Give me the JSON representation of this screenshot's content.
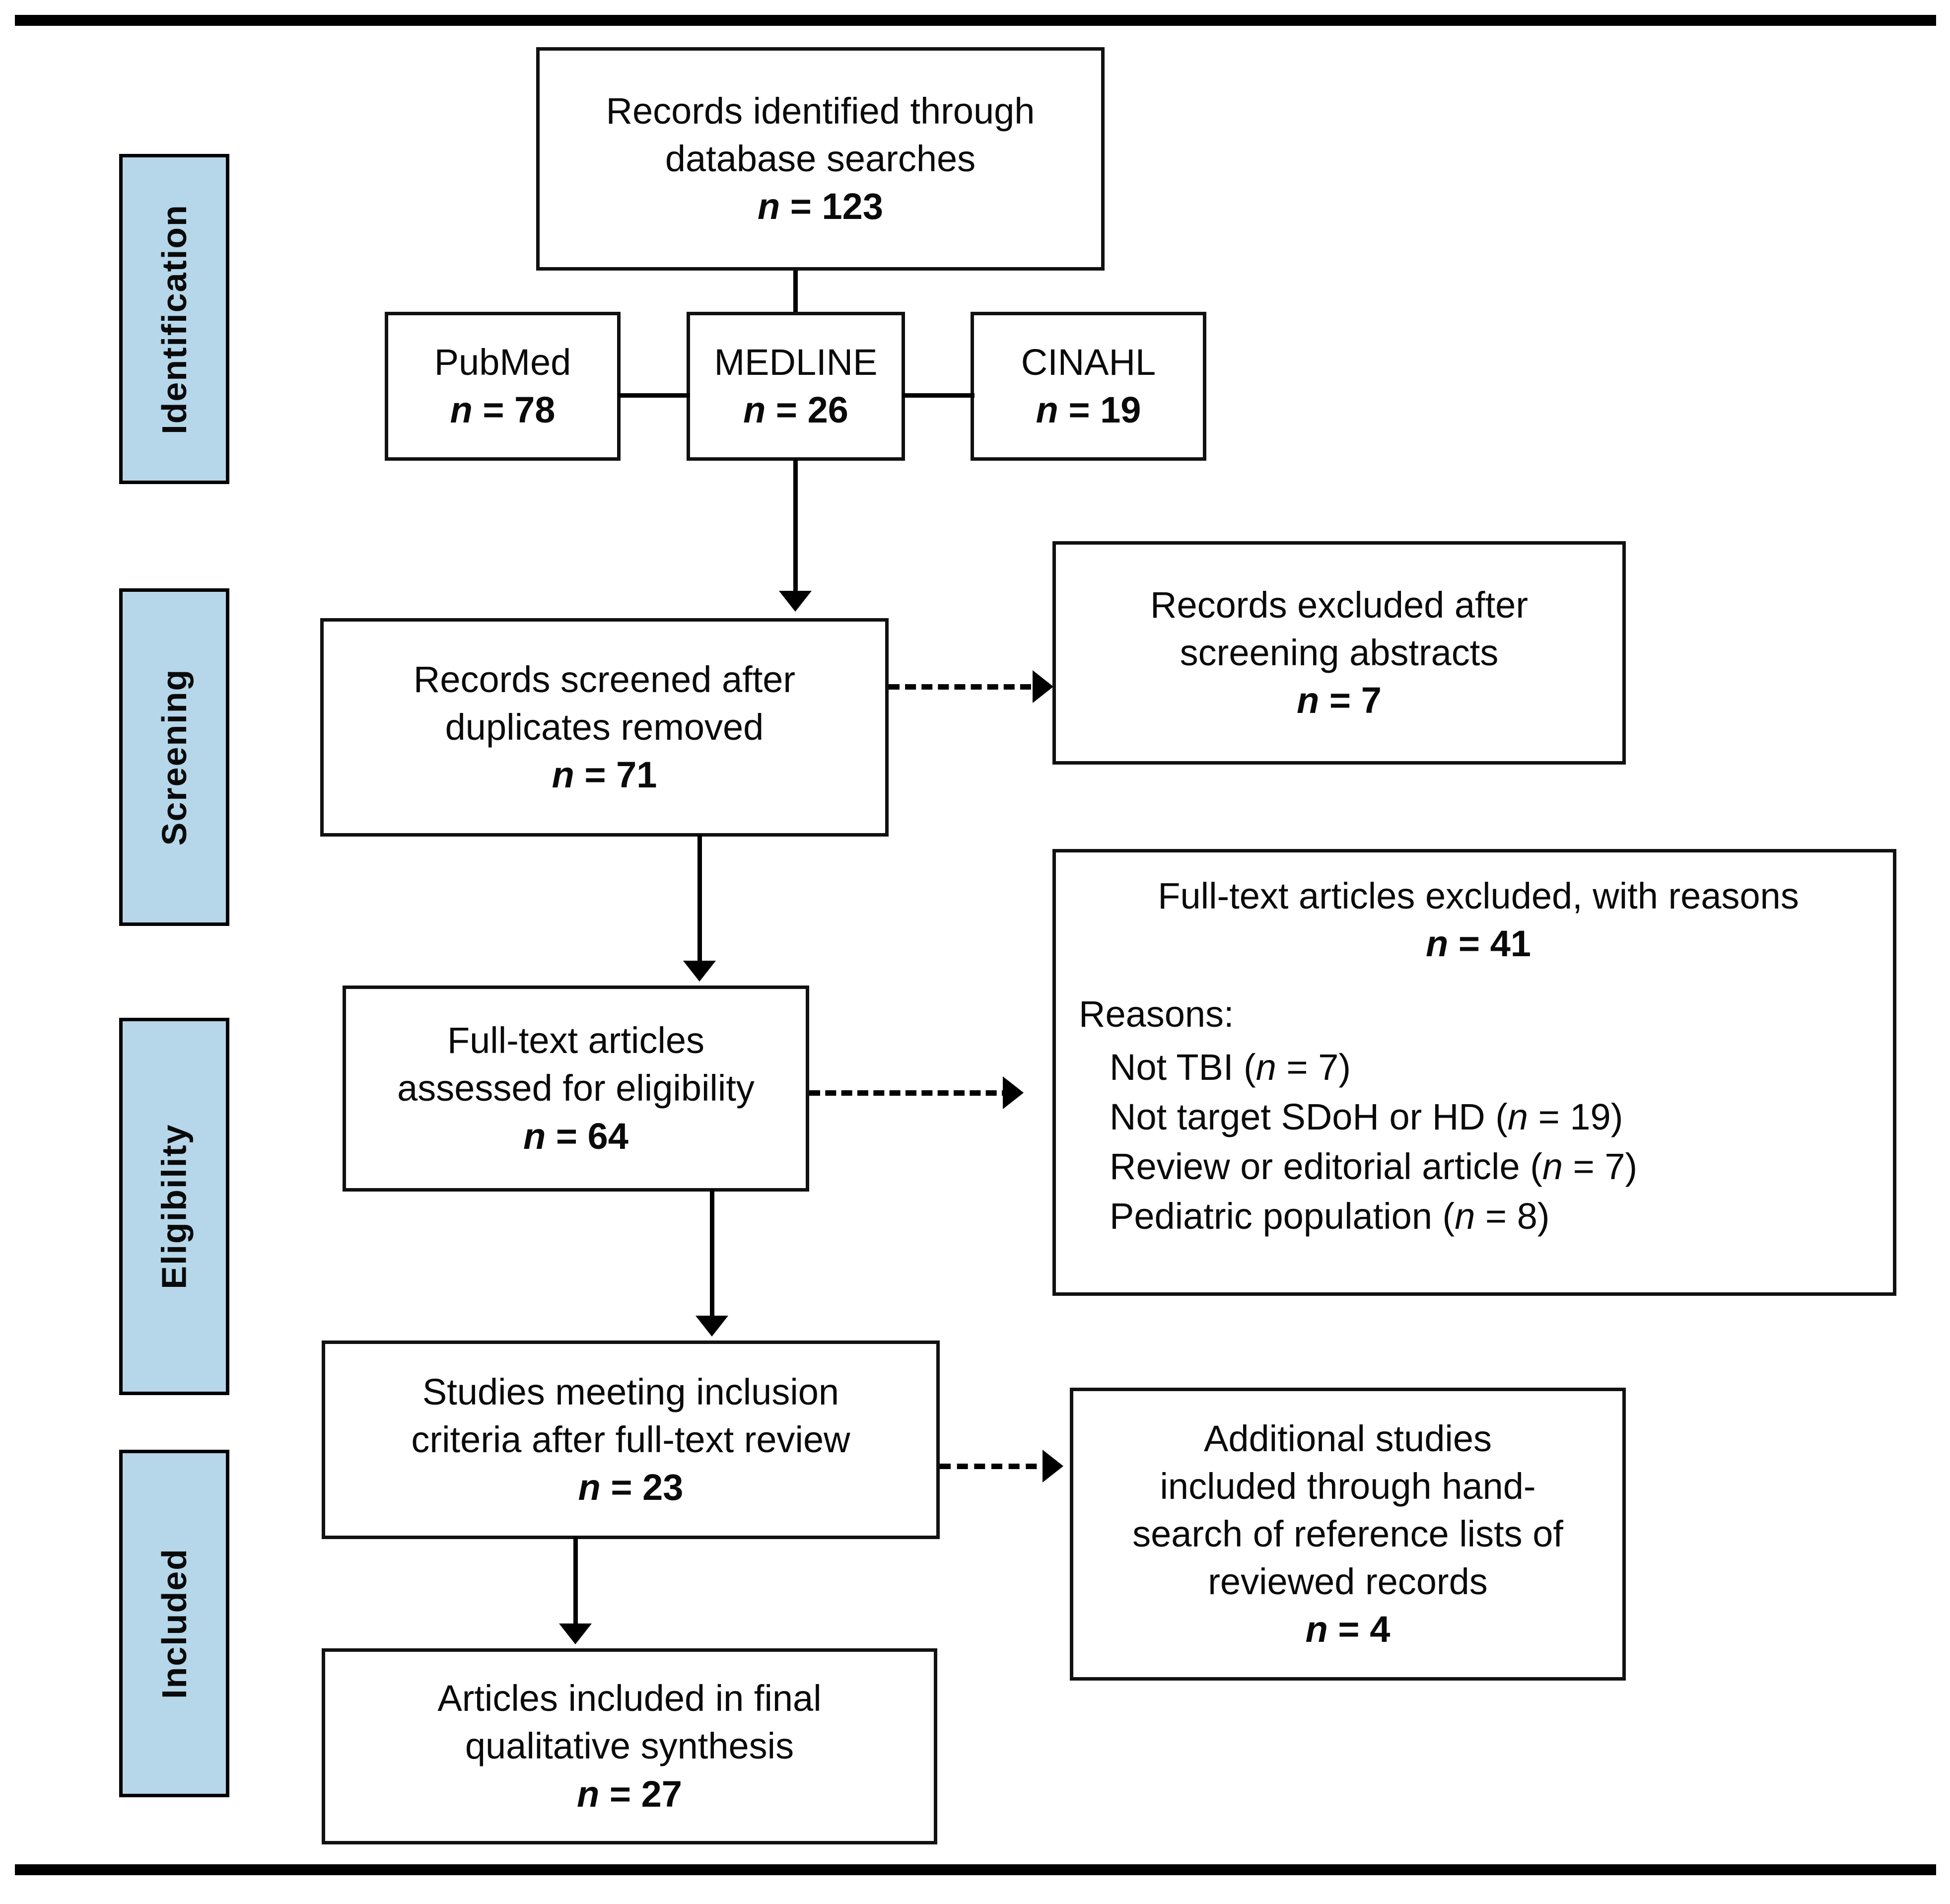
{
  "figure": {
    "type": "prisma-flow-diagram",
    "title": "PRISMA study selection flow diagram"
  },
  "stages": [
    {
      "label": "Identification"
    },
    {
      "label": "Screening"
    },
    {
      "label": "Eligibility"
    },
    {
      "label": "Included"
    }
  ],
  "boxes": {
    "identified": {
      "line1": "Records identified through",
      "line2": "database searches",
      "n_label": "n",
      "n_eq": " = ",
      "n_value": "123"
    },
    "pubmed": {
      "name": "PubMed",
      "n_label": "n",
      "n_eq": " = ",
      "n_value": "78"
    },
    "medline": {
      "name": "MEDLINE",
      "n_label": "n",
      "n_eq": " = ",
      "n_value": "26"
    },
    "cinahl": {
      "name": "CINAHL",
      "n_label": "n",
      "n_eq": " = ",
      "n_value": "19"
    },
    "screened": {
      "line1": "Records screened after",
      "line2": "duplicates removed",
      "n_label": "n",
      "n_eq": " = ",
      "n_value": "71"
    },
    "excluded_abstracts": {
      "line1": "Records excluded after",
      "line2": "screening abstracts",
      "n_label": "n",
      "n_eq": " = ",
      "n_value": "7"
    },
    "fulltext_assessed": {
      "line1": "Full-text articles",
      "line2": "assessed for eligibility",
      "n_label": "n",
      "n_eq": " = ",
      "n_value": "64"
    },
    "fulltext_excluded": {
      "heading": "Full-text articles excluded, with reasons",
      "n_label": "n",
      "n_eq": " = ",
      "n_value": "41",
      "reasons_label": "Reasons:",
      "reasons": [
        {
          "text": "Not TBI (",
          "n_label": "n",
          "n_eq": " = ",
          "n_value": "7",
          "close": ")"
        },
        {
          "text": "Not target SDoH or HD (",
          "n_label": "n",
          "n_eq": " = ",
          "n_value": "19",
          "close": ")"
        },
        {
          "text": "Review or editorial article (",
          "n_label": "n",
          "n_eq": " = ",
          "n_value": "7",
          "close": ")"
        },
        {
          "text": "Pediatric population (",
          "n_label": "n",
          "n_eq": " = ",
          "n_value": "8",
          "close": ")"
        }
      ]
    },
    "inclusion_criteria": {
      "line1": "Studies meeting inclusion",
      "line2": "criteria after full-text review",
      "n_label": "n",
      "n_eq": " = ",
      "n_value": "23"
    },
    "hand_search": {
      "line1": "Additional studies",
      "line2": "included through hand-",
      "line3": "search of reference lists of",
      "line4": "reviewed records",
      "n_label": "n",
      "n_eq": " = ",
      "n_value": "4"
    },
    "final_synthesis": {
      "line1": "Articles included in final",
      "line2": "qualitative synthesis",
      "n_label": "n",
      "n_eq": " = ",
      "n_value": "27"
    }
  },
  "colors": {
    "stage_label_fill": "#b6d7ea",
    "line": "#000000",
    "box_border": "#111111",
    "text": "#0a0a0a",
    "background": "#ffffff"
  }
}
